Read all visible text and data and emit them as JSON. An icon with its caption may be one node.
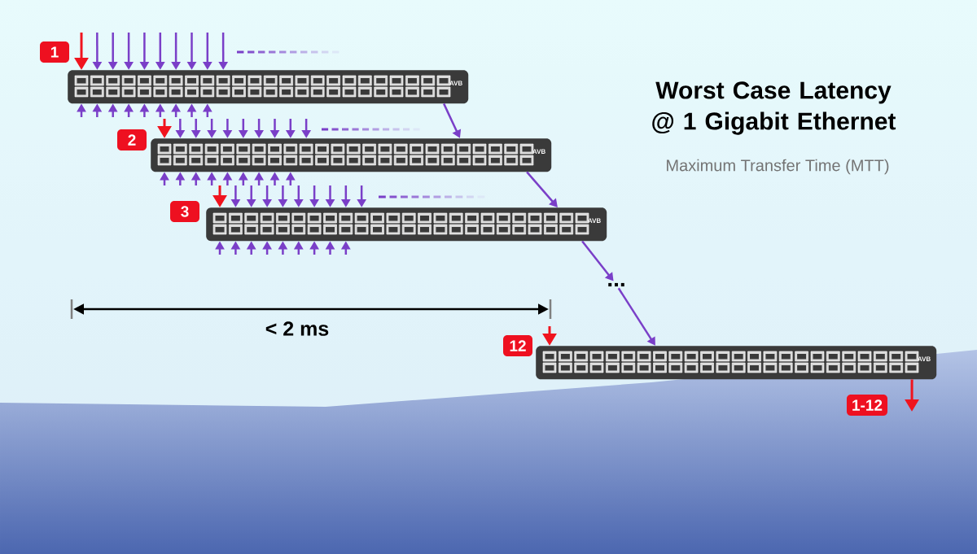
{
  "diagram": {
    "title": "Worst Case Latency @ 1 Gigabit Ethernet",
    "nodes": [
      {
        "text": [
          "1"
        ]
      },
      {
        "text": [
          "AVB"
        ]
      },
      {
        "text": [
          "2"
        ]
      },
      {
        "text": [
          "AVB"
        ]
      },
      {
        "text": [
          "3"
        ]
      },
      {
        "text": [
          "AVB"
        ]
      },
      {
        "text": [
          "..."
        ]
      },
      {
        "text": [
          "12"
        ]
      },
      {
        "text": [
          "AVB"
        ]
      },
      {
        "text": [
          "1-12"
        ]
      }
    ],
    "edges": [
      {
        "from": null,
        "to": 1,
        "arrow": "to",
        "color": "#f0141e"
      },
      {
        "from": null,
        "to": 1,
        "arrow": "to"
      },
      {
        "from": null,
        "to": 1,
        "arrow": "to"
      },
      {
        "from": null,
        "to": 1,
        "arrow": "to"
      },
      {
        "from": null,
        "to": 1,
        "arrow": "to"
      },
      {
        "from": null,
        "to": 1,
        "arrow": "to"
      },
      {
        "from": null,
        "to": 1,
        "arrow": "to"
      },
      {
        "from": null,
        "to": 1,
        "arrow": "to"
      },
      {
        "from": null,
        "to": 1,
        "arrow": "to"
      },
      {
        "from": null,
        "to": 1,
        "arrow": "to"
      },
      {
        "from": null,
        "to": 1,
        "arrow": "to"
      },
      {
        "from": null,
        "to": 1,
        "arrow": "to"
      },
      {
        "from": null,
        "to": 1,
        "arrow": "to"
      },
      {
        "from": null,
        "to": 1,
        "arrow": "to"
      },
      {
        "from": null,
        "to": 1,
        "arrow": "to"
      },
      {
        "from": null,
        "to": 1,
        "arrow": "to"
      },
      {
        "from": null,
        "to": 1,
        "arrow": "to"
      },
      {
        "from": null,
        "to": 1,
        "arrow": "to"
      },
      {
        "from": null,
        "to": 1,
        "arrow": "to"
      },
      {
        "from": null,
        "to": 3,
        "arrow": "to",
        "color": "#f0141e"
      },
      {
        "from": null,
        "to": 3,
        "arrow": "to"
      },
      {
        "from": null,
        "to": 3,
        "arrow": "to"
      },
      {
        "from": null,
        "to": 3,
        "arrow": "to"
      },
      {
        "from": null,
        "to": 3,
        "arrow": "to"
      },
      {
        "from": null,
        "to": 3,
        "arrow": "to"
      },
      {
        "from": null,
        "to": 3,
        "arrow": "to"
      },
      {
        "from": null,
        "to": 3,
        "arrow": "to"
      },
      {
        "from": null,
        "to": 3,
        "arrow": "to"
      },
      {
        "from": null,
        "to": 3,
        "arrow": "to"
      },
      {
        "from": null,
        "to": 3,
        "arrow": "to"
      },
      {
        "from": null,
        "to": 3,
        "arrow": "to"
      },
      {
        "from": null,
        "to": 3,
        "arrow": "to"
      },
      {
        "from": null,
        "to": 3,
        "arrow": "to"
      },
      {
        "from": null,
        "to": 3,
        "arrow": "to"
      },
      {
        "from": null,
        "to": 3,
        "arrow": "to"
      },
      {
        "from": null,
        "to": 3,
        "arrow": "to"
      },
      {
        "from": null,
        "to": 3,
        "arrow": "to"
      },
      {
        "from": null,
        "to": 3,
        "arrow": "to"
      },
      {
        "from": null,
        "to": 5,
        "arrow": "to",
        "color": "#f0141e"
      },
      {
        "from": null,
        "to": 5,
        "arrow": "to"
      },
      {
        "from": null,
        "to": 5,
        "arrow": "to"
      },
      {
        "from": null,
        "to": 5,
        "arrow": "to"
      },
      {
        "from": null,
        "to": 5,
        "arrow": "to"
      },
      {
        "from": null,
        "to": 5,
        "arrow": "to"
      },
      {
        "from": null,
        "to": 5,
        "arrow": "to"
      },
      {
        "from": null,
        "to": 5,
        "arrow": "to"
      },
      {
        "from": null,
        "to": 5,
        "arrow": "to"
      },
      {
        "from": null,
        "to": 5,
        "arrow": "to"
      },
      {
        "from": null,
        "to": 5,
        "arrow": "to"
      },
      {
        "from": null,
        "to": 5,
        "arrow": "to"
      },
      {
        "from": null,
        "to": 5,
        "arrow": "to"
      },
      {
        "from": null,
        "to": 5,
        "arrow": "to"
      },
      {
        "from": null,
        "to": 5,
        "arrow": "to"
      },
      {
        "from": null,
        "to": 5,
        "arrow": "to"
      },
      {
        "from": null,
        "to": 5,
        "arrow": "to"
      },
      {
        "from": null,
        "to": 5,
        "arrow": "to"
      },
      {
        "from": null,
        "to": 5,
        "arrow": "to"
      },
      {
        "from": 1,
        "to": 3,
        "arrow": "to"
      },
      {
        "from": 3,
        "to": 5,
        "arrow": "to"
      },
      {
        "from": 5,
        "to": 6,
        "arrow": "to"
      },
      {
        "from": 6,
        "to": 8,
        "arrow": "to"
      },
      {
        "from": null,
        "to": 8,
        "arrow": "to",
        "color": "#f0141e"
      },
      {
        "from": 8,
        "to": null,
        "arrow": "to",
        "color": "#f0141e"
      }
    ],
    "labels": [
      "Maximum Transfer Time (MTT)",
      "< 2 ms"
    ]
  }
}
